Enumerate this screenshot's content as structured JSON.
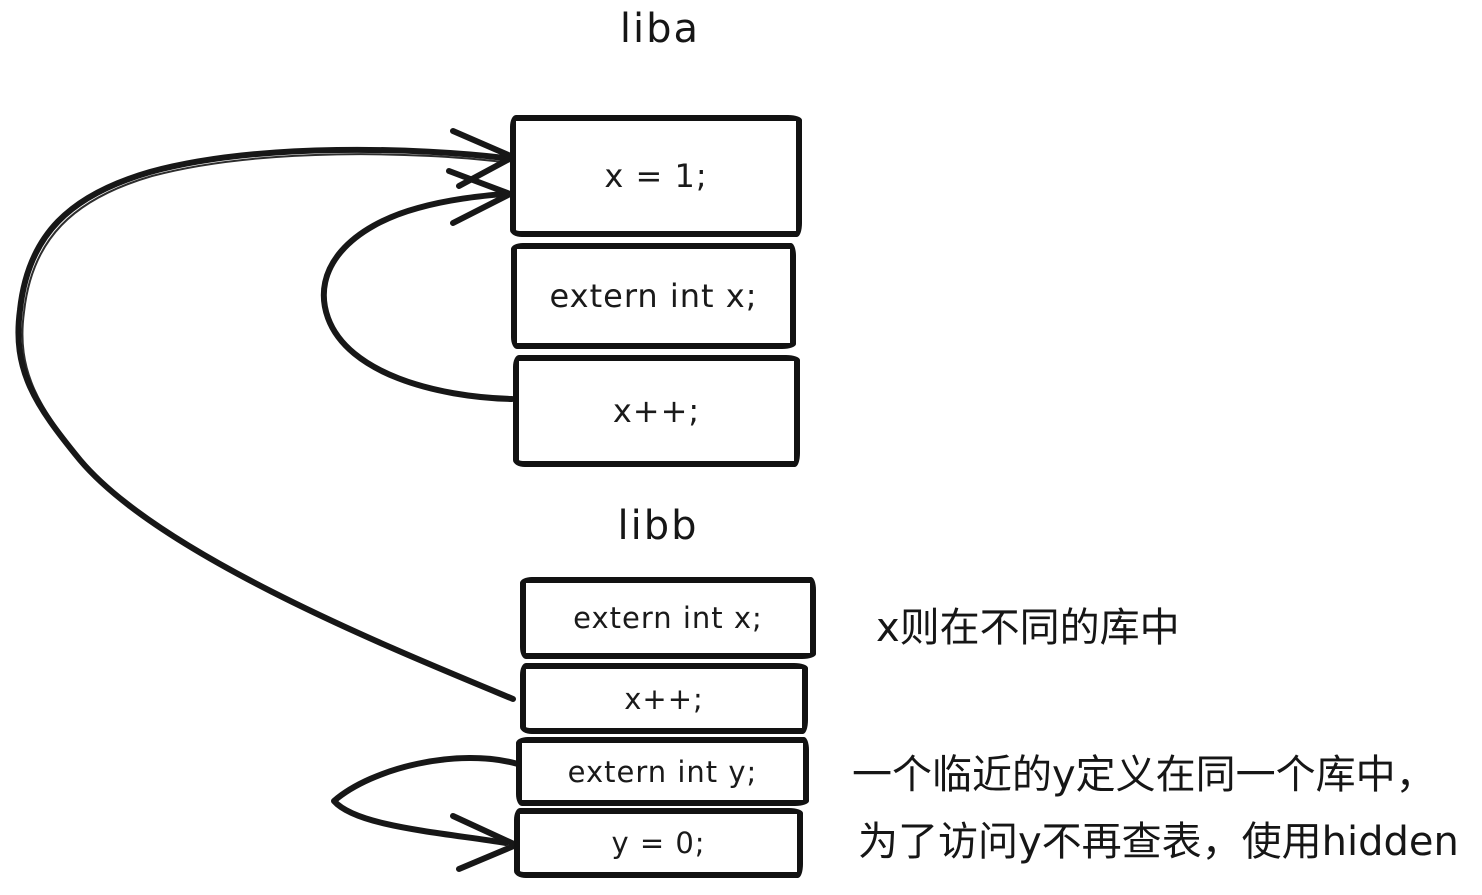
{
  "colors": {
    "stroke": "#171717",
    "background": "#ffffff",
    "text": "#1a1a1a"
  },
  "liba": {
    "title": "liba",
    "cells": [
      {
        "code": "x = 1;"
      },
      {
        "code": "extern int x;"
      },
      {
        "code": "x++;"
      }
    ]
  },
  "libb": {
    "title": "libb",
    "cells": [
      {
        "code": "extern int x;"
      },
      {
        "code": "x++;"
      },
      {
        "code": "extern int y;"
      },
      {
        "code": "y = 0;"
      }
    ]
  },
  "annotations": [
    {
      "text": "x则在不同的库中"
    },
    {
      "text": "一个临近的y定义在同一个库中，"
    },
    {
      "text": "为了访问y不再查表，使用hidden"
    }
  ],
  "arrows": [
    {
      "name": "libb-x-increment-to-liba-x-definition",
      "from": "libb: x++;",
      "to": "liba: x = 1;"
    },
    {
      "name": "liba-x-increment-to-liba-x-definition",
      "from": "liba: x++;",
      "to": "liba: x = 1;"
    },
    {
      "name": "libb-extern-y-to-y-definition",
      "from": "libb: extern int y;",
      "to": "libb: y = 0;"
    }
  ]
}
